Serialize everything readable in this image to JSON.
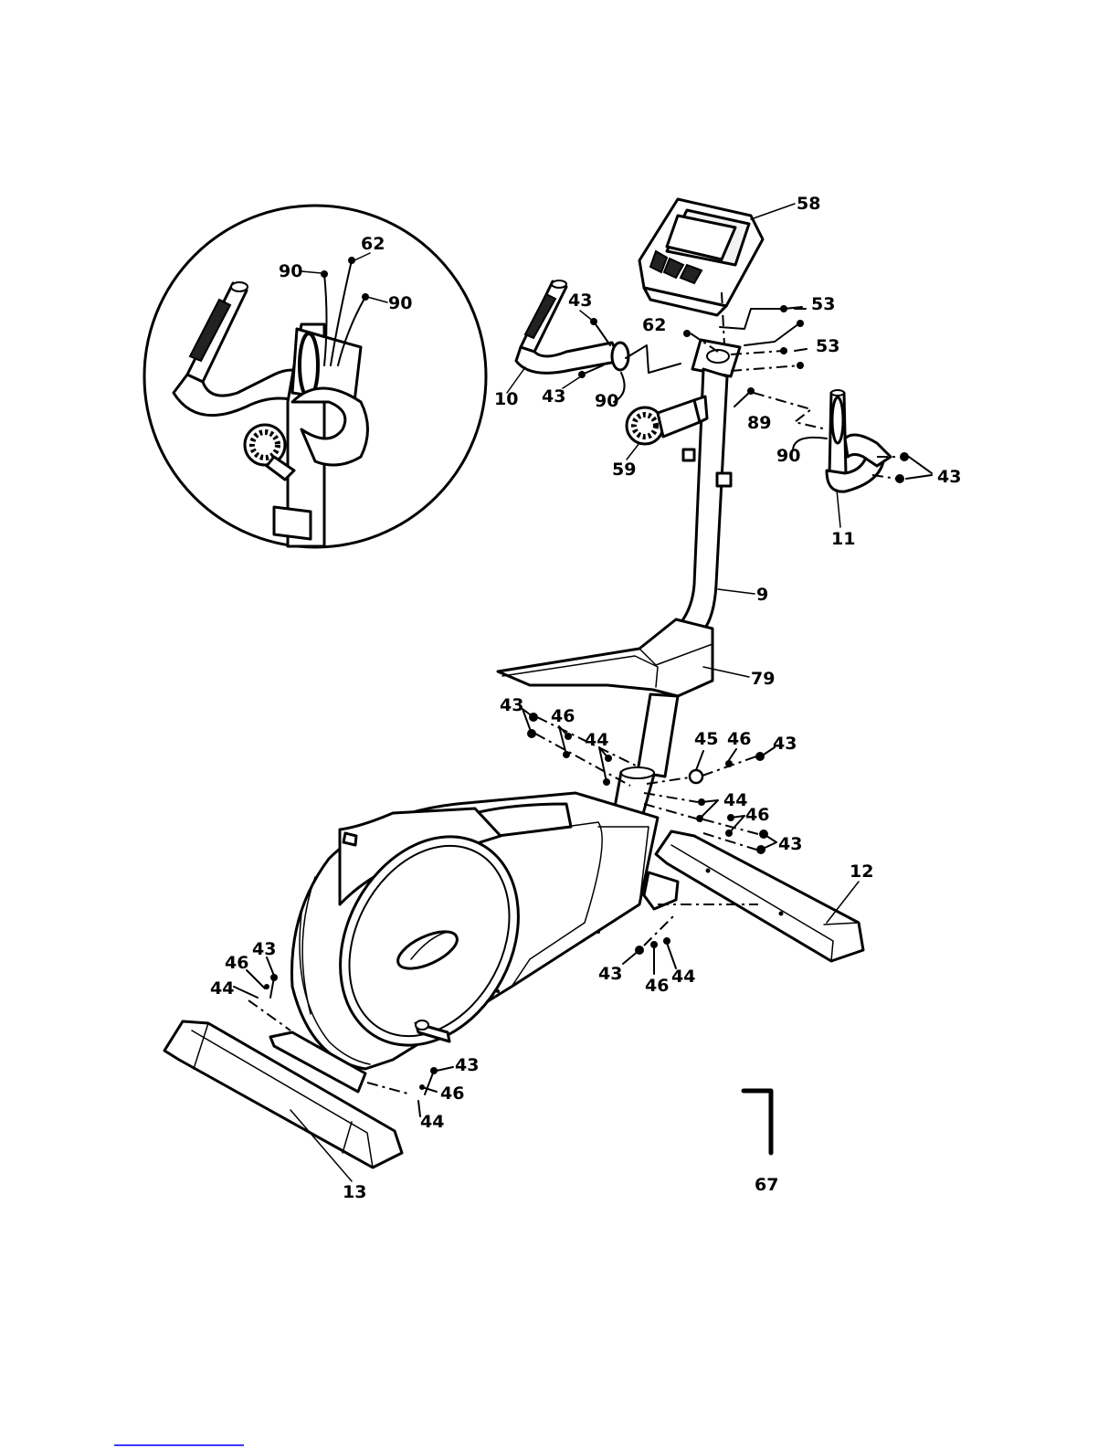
{
  "labels": {
    "p58": "58",
    "p53a": "53",
    "p53b": "53",
    "p62": "62",
    "p43_top": "43",
    "p10": "10",
    "p43_mid": "43",
    "p90_left": "90",
    "p59": "59",
    "p89": "89",
    "p90_right": "90",
    "p43_right": "43",
    "p11": "11",
    "p9": "9",
    "p79": "79",
    "p43_bl": "43",
    "p46_bl": "46",
    "p44_bl": "44",
    "p45": "45",
    "p46_br": "46",
    "p43_br": "43",
    "p44_r": "44",
    "p46_r": "46",
    "p43_r": "43",
    "p12": "12",
    "p43_bot": "43",
    "p46_bot": "46",
    "p44_bot": "44",
    "p43_fl": "43",
    "p46_fl": "46",
    "p44_fl": "44",
    "p43_fr": "43",
    "p46_fr": "46",
    "p44_fr": "44",
    "p13": "13",
    "p67": "67",
    "inset_p90a": "90",
    "inset_p62": "62",
    "inset_p90b": "90"
  }
}
